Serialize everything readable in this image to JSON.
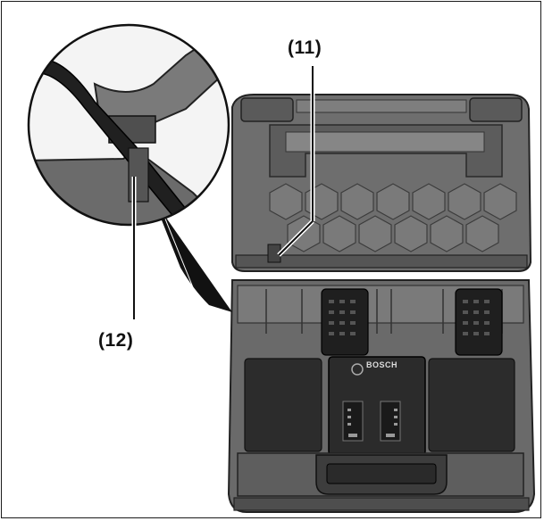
{
  "callouts": {
    "c11": "(11)",
    "c12": "(12)"
  },
  "device_brand": "BOSCH",
  "colors": {
    "case_dark": "#4a4a4a",
    "case_mid": "#6e6e6e",
    "case_light": "#8c8c8c",
    "charger": "#2b2b2b",
    "battery": "#1f1f1f"
  }
}
